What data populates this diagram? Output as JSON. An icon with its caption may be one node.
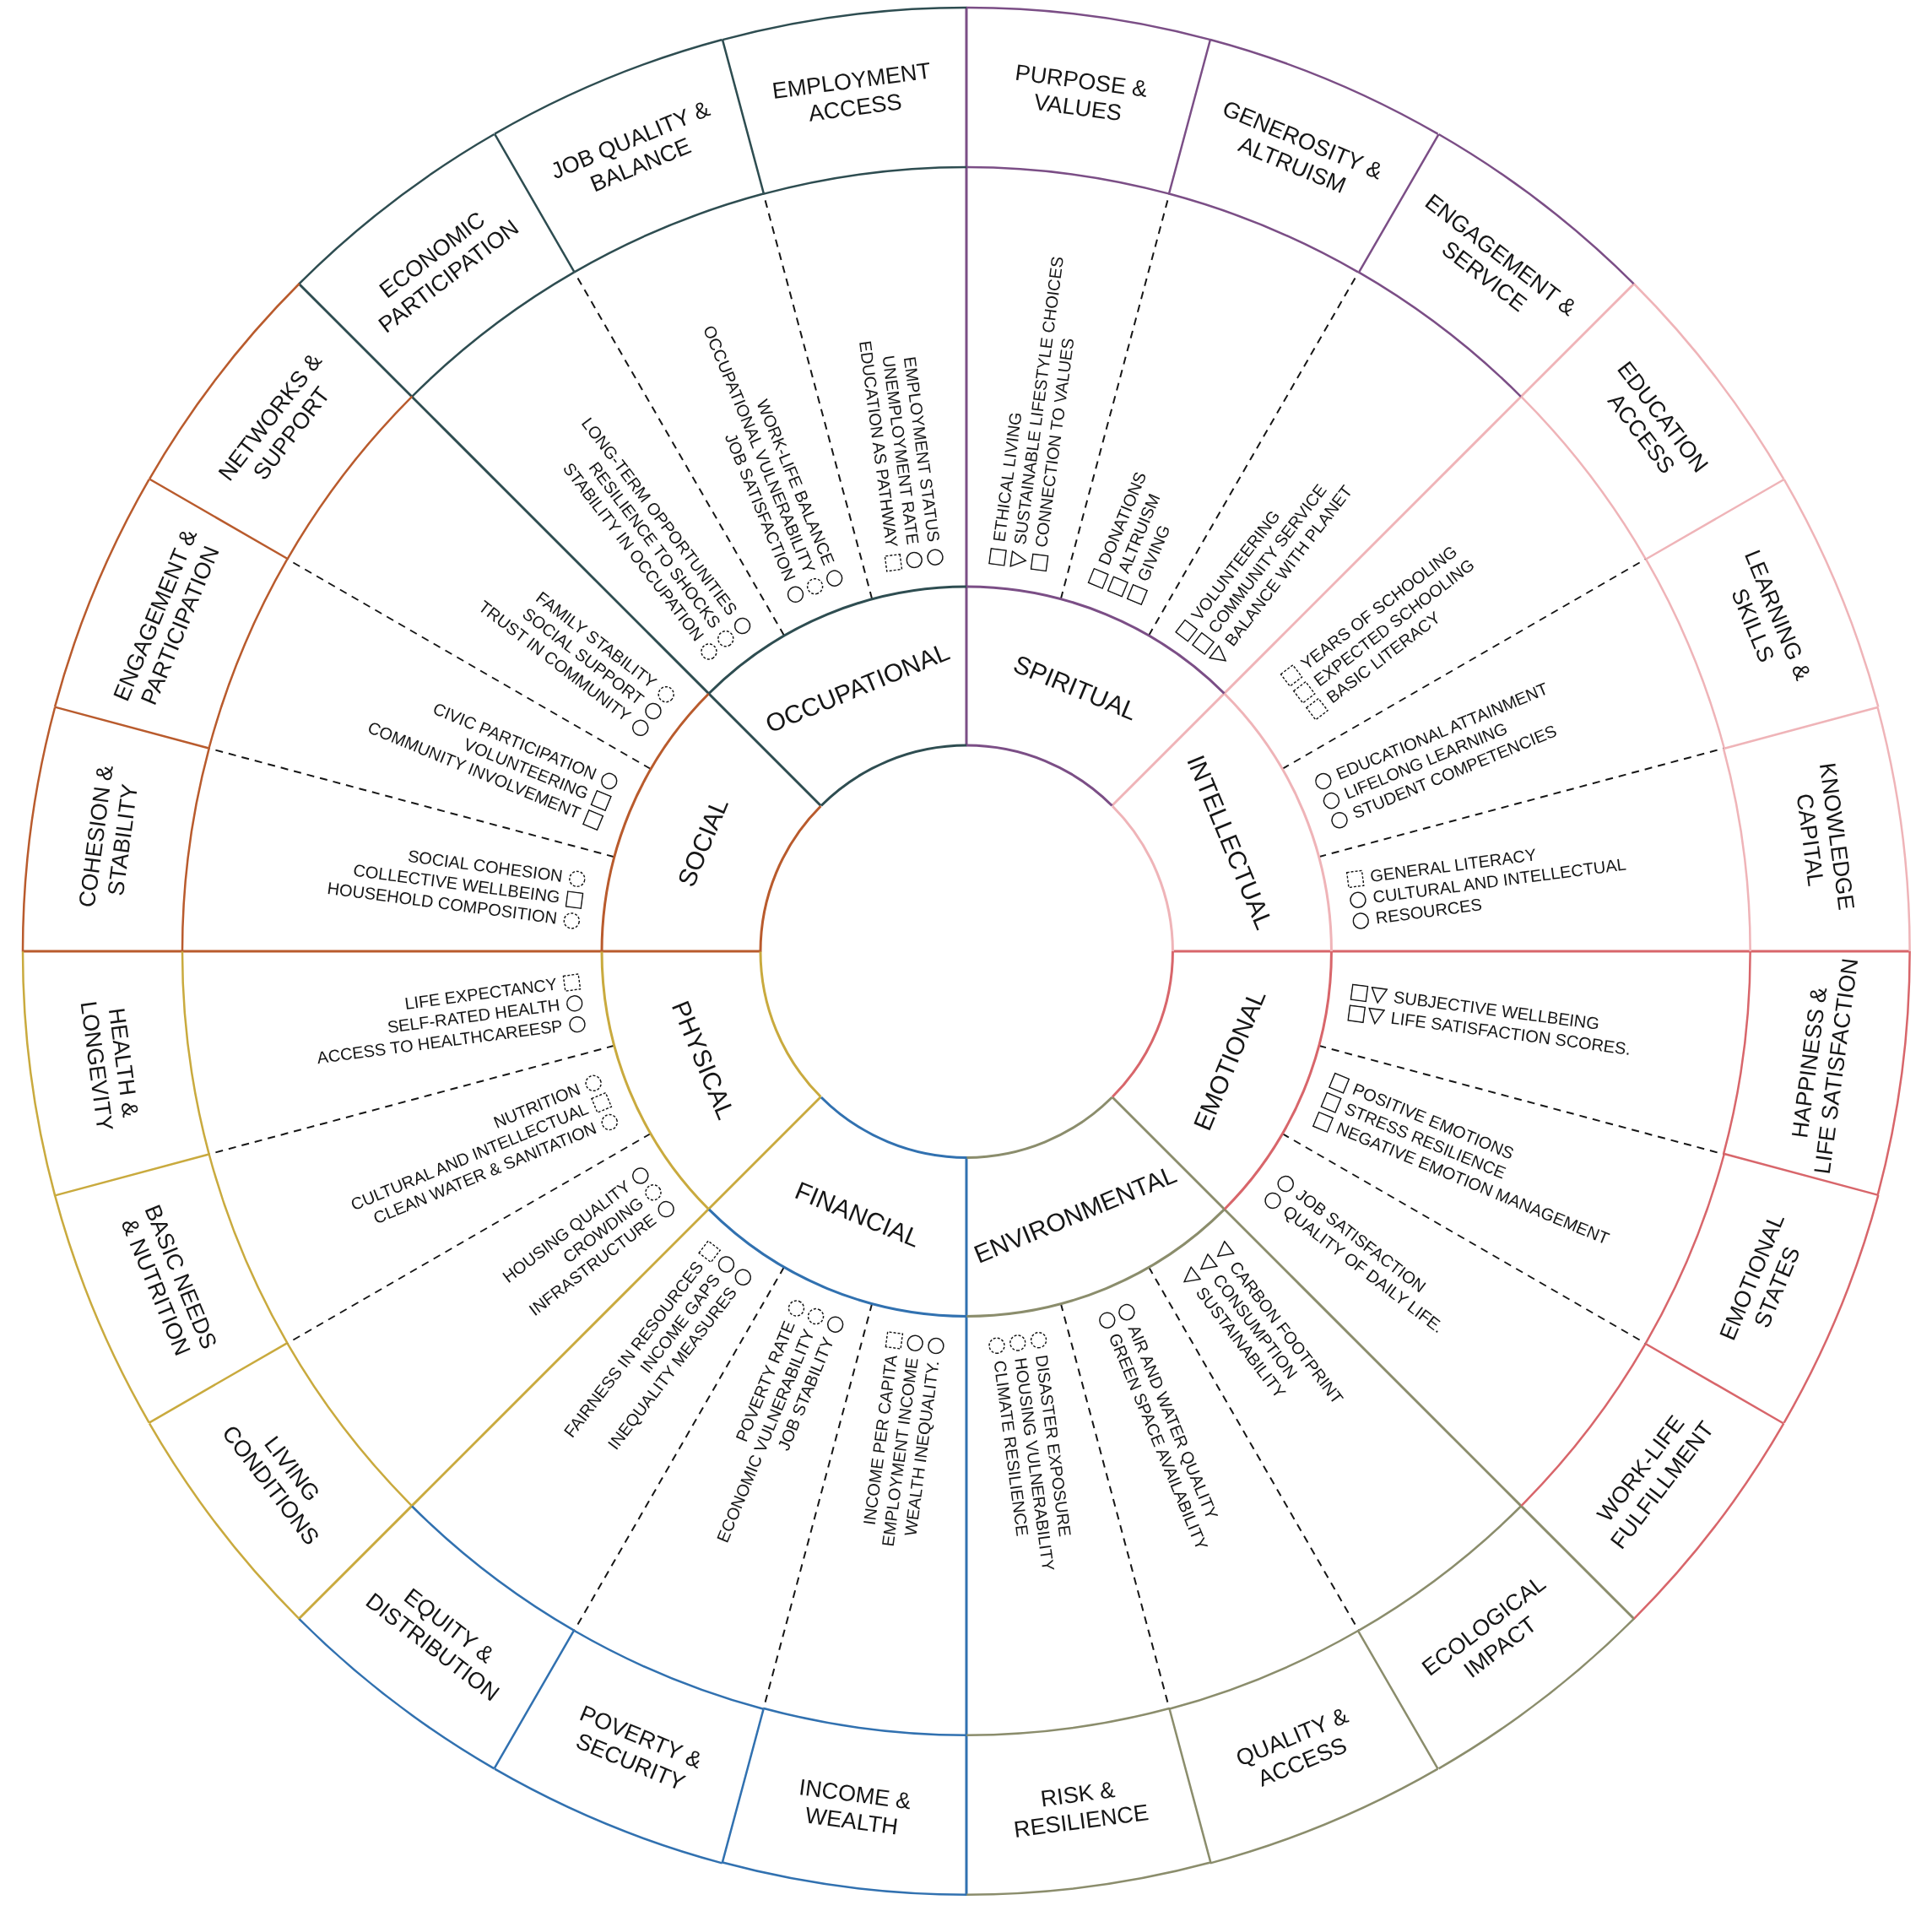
{
  "diagram": {
    "nodes": [
      {
        "text": [
          "OCCUPATIONAL"
        ]
      },
      {
        "text": [
          "LONG-TERM OPPORTUNITIES",
          "RESILIENCE TO SHOCKS",
          "STABILITY IN OCCUPATION"
        ]
      },
      {
        "text": [
          "ECONOMIC PARTICIPATION"
        ]
      },
      {
        "text": [
          "WORK-LIFE BALANCE",
          "OCCUPATIONAL VULNERABILITY",
          "JOB SATISFACTION"
        ]
      },
      {
        "text": [
          "JOB QUALITY & BALANCE"
        ]
      },
      {
        "text": [
          "EMPLOYMENT STATUS",
          "UNEMPLOYMENT RATE",
          "EDUCATION AS PATHWAY"
        ]
      },
      {
        "text": [
          "EMPLOYMENT ACCESS"
        ]
      },
      {
        "text": [
          "SPIRITUAL"
        ]
      },
      {
        "text": [
          "ETHICAL LIVING",
          "SUSTAINABLE LIFESTYLE CHOICES",
          "CONNECTION TO VALUES"
        ]
      },
      {
        "text": [
          "PURPOSE & VALUES"
        ]
      },
      {
        "text": [
          "DONATIONS",
          "ALTRUISM",
          "GIVING"
        ]
      },
      {
        "text": [
          "GENEROSITY & ALTRUISM"
        ]
      },
      {
        "text": [
          "VOLUNTEERING",
          "COMMUNITY SERVICE",
          "BALANCE WITH PLANET"
        ]
      },
      {
        "text": [
          "ENGAGEMENT & SERVICE"
        ]
      },
      {
        "text": [
          "INTELLECTUAL"
        ]
      },
      {
        "text": [
          "YEARS OF SCHOOLING",
          "EXPECTED SCHOOLING",
          "BASIC LITERACY"
        ]
      },
      {
        "text": [
          "EDUCATION ACCESS"
        ]
      },
      {
        "text": [
          "EDUCATIONAL ATTAINMENT",
          "LIFELONG LEARNING",
          "STUDENT COMPETENCIES"
        ]
      },
      {
        "text": [
          "LEARNING & SKILLS"
        ]
      },
      {
        "text": [
          "GENERAL LITERACY",
          "CULTURAL AND INTELLECTUAL RESOURCES"
        ]
      },
      {
        "text": [
          "KNOWLEDGE CAPITAL"
        ]
      },
      {
        "text": [
          "EMOTIONAL"
        ]
      },
      {
        "text": [
          "SUBJECTIVE WELLBEING",
          "LIFE SATISFACTION SCORES."
        ]
      },
      {
        "text": [
          "HAPPINESS & LIFE SATISFACTION"
        ]
      },
      {
        "text": [
          "POSITIVE EMOTIONS",
          "STRESS RESILIENCE",
          "NEGATIVE EMOTION MANAGEMENT"
        ]
      },
      {
        "text": [
          "EMOTIONAL STATES"
        ]
      },
      {
        "text": [
          "JOB SATISFACTION",
          "QUALITY OF DAILY LIFE."
        ]
      },
      {
        "text": [
          "WORK-LIFE FULFILLMENT"
        ]
      },
      {
        "text": [
          "ENVIRONMENTAL"
        ]
      },
      {
        "text": [
          "CARBON FOOTPRINT",
          "CONSUMPTION",
          "SUSTAINABILITY"
        ]
      },
      {
        "text": [
          "ECOLOGICAL IMPACT"
        ]
      },
      {
        "text": [
          "AIR AND WATER QUALITY",
          "GREEN SPACE AVAILABILITY"
        ]
      },
      {
        "text": [
          "QUALITY & ACCESS"
        ]
      },
      {
        "text": [
          "DISASTER EXPOSURE",
          "HOUSING VULNERABILITY",
          "CLIMATE RESILIENCE"
        ]
      },
      {
        "text": [
          "RISK & RESILIENCE"
        ]
      },
      {
        "text": [
          "FINANCIAL"
        ]
      },
      {
        "text": [
          "INCOME PER CAPITA",
          "EMPLOYMENT INCOME",
          "WEALTH INEQUALITY."
        ]
      },
      {
        "text": [
          "INCOME & WEALTH"
        ]
      },
      {
        "text": [
          "POVERTY RATE",
          "ECONOMIC VULNERABILITY",
          "JOB STABILITY"
        ]
      },
      {
        "text": [
          "POVERTY & SECURITY"
        ]
      },
      {
        "text": [
          "FAIRNESS IN RESOURCES",
          "INCOME GAPS",
          "INEQUALITY MEASURES"
        ]
      },
      {
        "text": [
          "EQUITY & DISTRIBUTION"
        ]
      },
      {
        "text": [
          "PHYSICAL"
        ]
      },
      {
        "text": [
          "HOUSING QUALITY",
          "CROWDING",
          "INFRASTRUCTURE"
        ]
      },
      {
        "text": [
          "LIVING CONDITIONS"
        ]
      },
      {
        "text": [
          "NUTRITION",
          "CULTURAL AND INTELLECTUAL",
          "CLEAN WATER & SANITATION"
        ]
      },
      {
        "text": [
          "BASIC NEEDS & NUTRITION"
        ]
      },
      {
        "text": [
          "LIFE EXPECTANCY",
          "SELF-RATED HEALTH",
          "ACCESS TO HEALTHCAREESP"
        ]
      },
      {
        "text": [
          "HEALTH & LONGEVITY"
        ]
      },
      {
        "text": [
          "SOCIAL"
        ]
      },
      {
        "text": [
          "SOCIAL COHESION",
          "COLLECTIVE WELLBEING",
          "HOUSEHOLD COMPOSITION"
        ]
      },
      {
        "text": [
          "COHESION & STABILITY"
        ]
      },
      {
        "text": [
          "CIVIC PARTICIPATION",
          "VOLUNTEERING",
          "COMMUNITY INVOLVEMENT"
        ]
      },
      {
        "text": [
          "ENGAGEMENT & PARTICIPATION"
        ]
      },
      {
        "text": [
          "FAMILY STABILITY",
          "SOCIAL SUPPORT",
          "TRUST IN COMMUNITY"
        ]
      },
      {
        "text": [
          "NETWORKS & SUPPORT"
        ]
      }
    ]
  }
}
